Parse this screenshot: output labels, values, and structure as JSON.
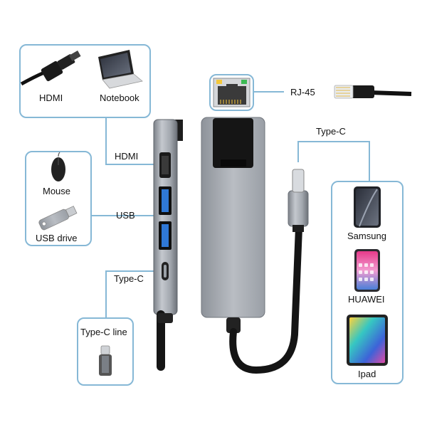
{
  "labels": {
    "hdmi_box": "HDMI",
    "notebook": "Notebook",
    "hdmi_port": "HDMI",
    "mouse": "Mouse",
    "usb_drive": "USB drive",
    "usb_port": "USB",
    "type_c_port": "Type-C",
    "type_c_line": "Type-C line",
    "rj45": "RJ-45",
    "type_c_plug": "Type-C",
    "samsung": "Samsung",
    "huawei": "HUAWEI",
    "ipad": "Ipad"
  }
}
